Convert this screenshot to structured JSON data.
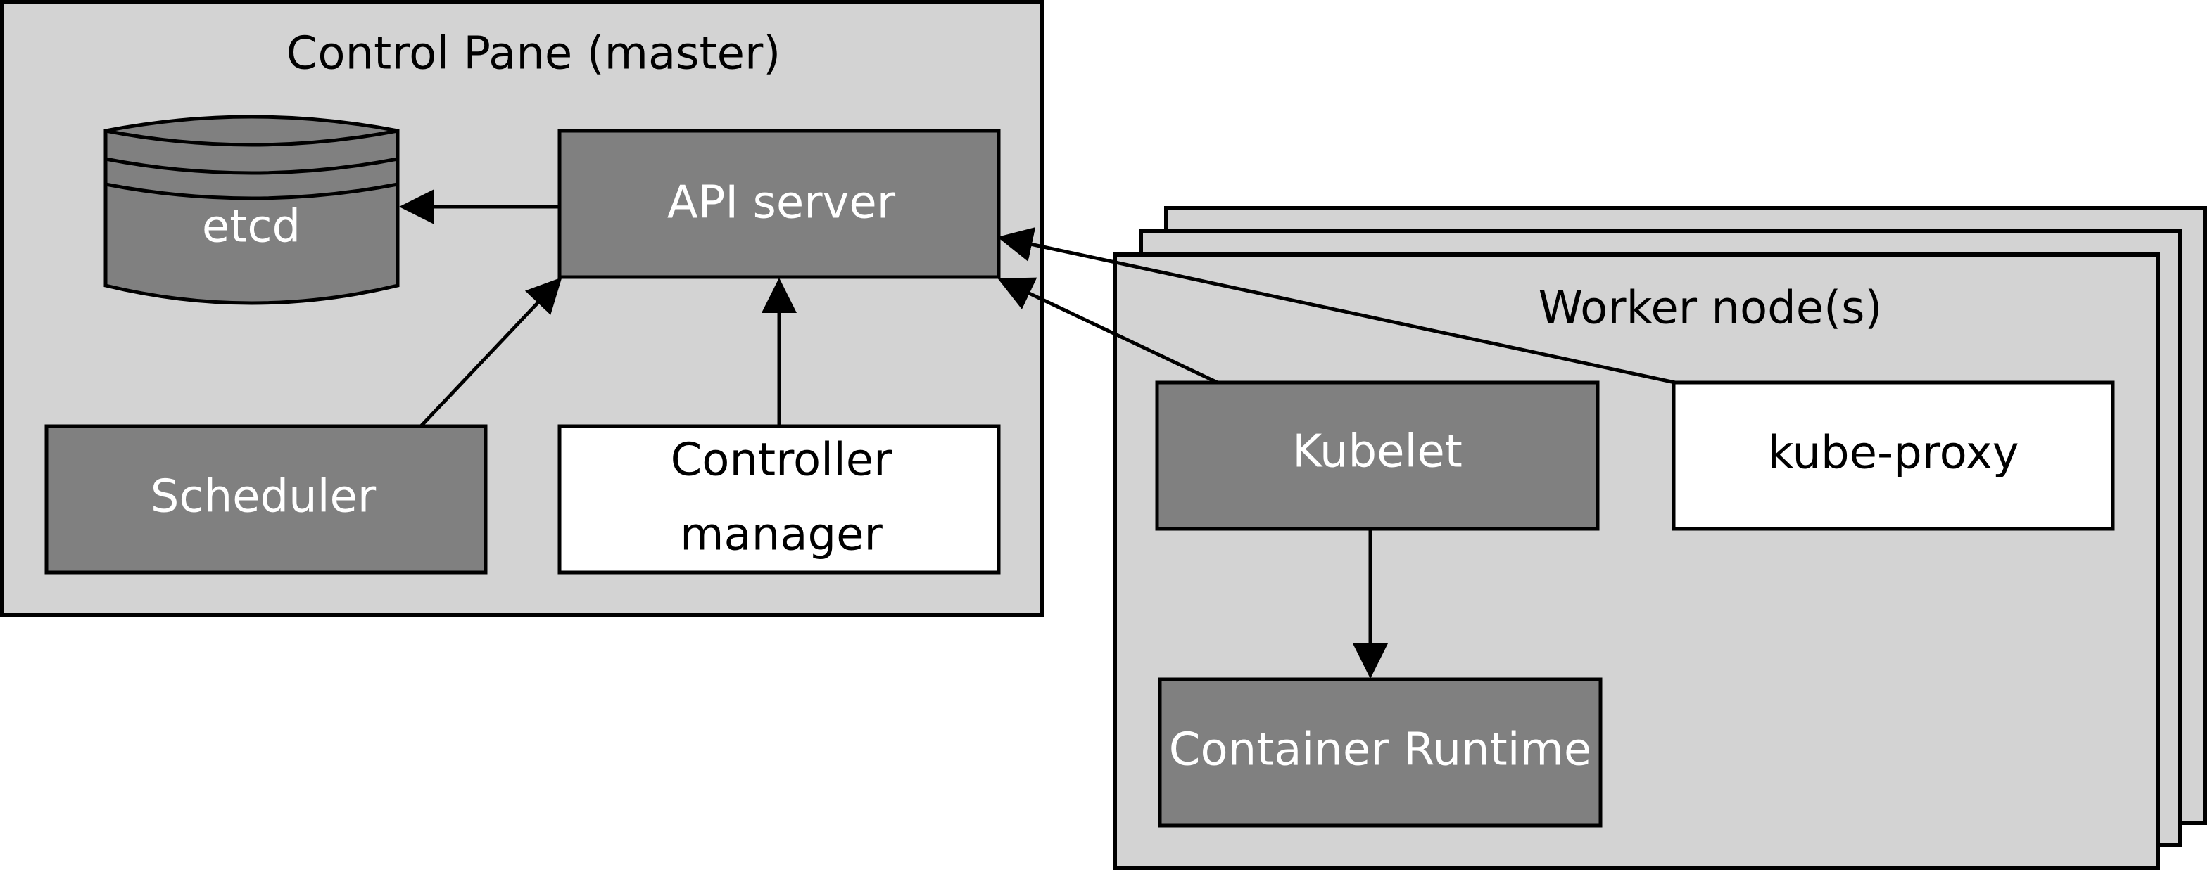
{
  "control_plane": {
    "title": "Control Pane (master)",
    "etcd": "etcd",
    "api_server": "API server",
    "scheduler": "Scheduler",
    "controller_manager_line1": "Controller",
    "controller_manager_line2": "manager"
  },
  "worker": {
    "title": "Worker node(s)",
    "kubelet": "Kubelet",
    "kube_proxy": "kube-proxy",
    "container_runtime": "Container Runtime"
  },
  "colors": {
    "pane_fill": "#d3d3d3",
    "component_dark": "#808080",
    "component_light": "#ffffff",
    "stroke": "#000000"
  }
}
